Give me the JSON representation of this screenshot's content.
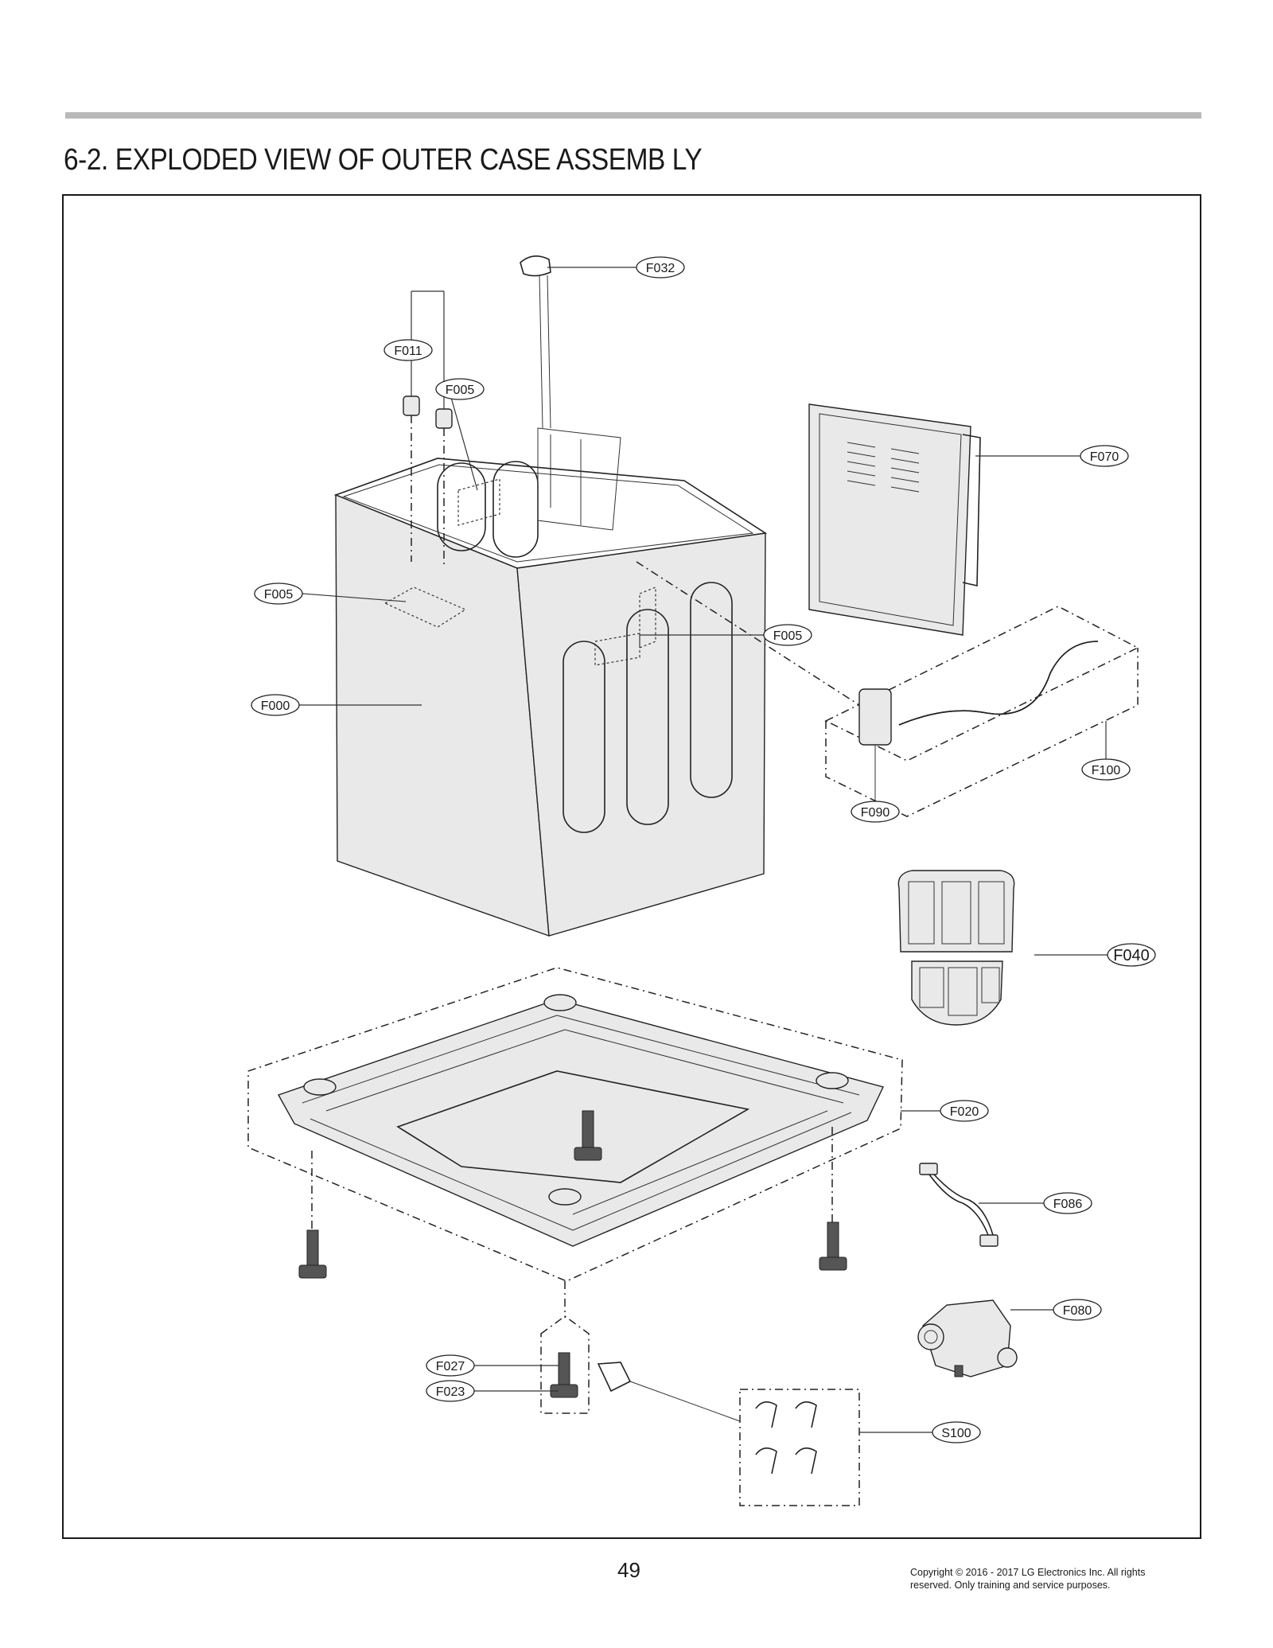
{
  "header": {
    "title": "6-2. EXPLODED VIEW OF OUTER CASE ASSEMB LY"
  },
  "diagram": {
    "callouts": [
      {
        "id": "F032",
        "label": "F032"
      },
      {
        "id": "F011",
        "label": "F011"
      },
      {
        "id": "F005_top",
        "label": "F005"
      },
      {
        "id": "F070",
        "label": "F070"
      },
      {
        "id": "F005_left",
        "label": "F005"
      },
      {
        "id": "F005_right",
        "label": "F005"
      },
      {
        "id": "F000",
        "label": "F000"
      },
      {
        "id": "F100",
        "label": "F100"
      },
      {
        "id": "F090",
        "label": "F090"
      },
      {
        "id": "F040",
        "label": "F040"
      },
      {
        "id": "F020",
        "label": "F020"
      },
      {
        "id": "F086",
        "label": "F086"
      },
      {
        "id": "F080",
        "label": "F080"
      },
      {
        "id": "F027",
        "label": "F027"
      },
      {
        "id": "F023",
        "label": "F023"
      },
      {
        "id": "S100",
        "label": "S100"
      }
    ]
  },
  "footer": {
    "page_number": "49",
    "copyright": "Copyright © 2016 - 2017 LG Electronics Inc. All rights reserved. Only training and service purposes."
  }
}
